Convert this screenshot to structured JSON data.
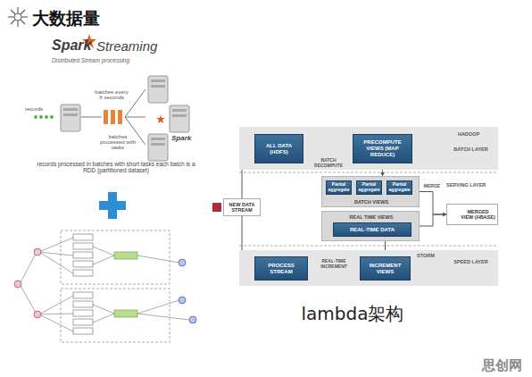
{
  "diagram": {
    "title": "大数据量",
    "caption": "lambda架构",
    "nodes": [
      {
        "text": [
          "HADOOP",
          "BATCH LAYER"
        ]
      },
      {
        "text": [
          "ALL DATA (HDFS)"
        ],
        "in": 0
      },
      {
        "text": [
          "PRECOMPUTE VIEWS (MAP REDUCE)"
        ],
        "in": 0
      },
      {
        "text": [
          "BATCH VIEWS"
        ]
      },
      {
        "text": [
          "Partial aggregate"
        ],
        "in": 3
      },
      {
        "text": [
          "Partial aggregate"
        ],
        "in": 3
      },
      {
        "text": [
          "Partial aggregate"
        ],
        "in": 3
      },
      {
        "text": [
          "REAL TIME VIEWS"
        ]
      },
      {
        "text": [
          "REAL-TIME DATA"
        ],
        "in": 7
      },
      {
        "text": [
          "STORM",
          "SPEED LAYER"
        ]
      },
      {
        "text": [
          "PROCESS STREAM"
        ],
        "in": 9
      },
      {
        "text": [
          "INCREMENT VIEWS"
        ],
        "in": 9
      },
      {
        "text": [
          "NEW DATA STREAM"
        ]
      },
      {
        "text": [
          "MERGED VIEW (HBASE)"
        ]
      }
    ],
    "edges": [
      {
        "from": 12,
        "to": 1,
        "arrow": "to"
      },
      {
        "from": 12,
        "to": 10,
        "arrow": "to"
      },
      {
        "from": 1,
        "to": 2,
        "label": "BATCH RECOMPUTE",
        "arrow": "to"
      },
      {
        "from": 2,
        "to": 3,
        "arrow": "to"
      },
      {
        "from": 10,
        "to": 11,
        "label": "REAL-TIME INCREMENT",
        "arrow": "to"
      },
      {
        "from": 11,
        "to": 8,
        "arrow": "to"
      },
      {
        "from": 3,
        "to": 13,
        "label": "MERGE",
        "arrow": "to"
      },
      {
        "from": 7,
        "to": 13,
        "arrow": "to"
      }
    ],
    "labels": [
      "Spark",
      "Streaming",
      "Distributed Stream processing",
      "records",
      "batches every X seconds",
      "batches processed with tasks",
      "Spark",
      "records processed in batches with short tasks each batch is a RDD (partitioned dataset)",
      "SERVING LAYER",
      "思创网"
    ]
  }
}
